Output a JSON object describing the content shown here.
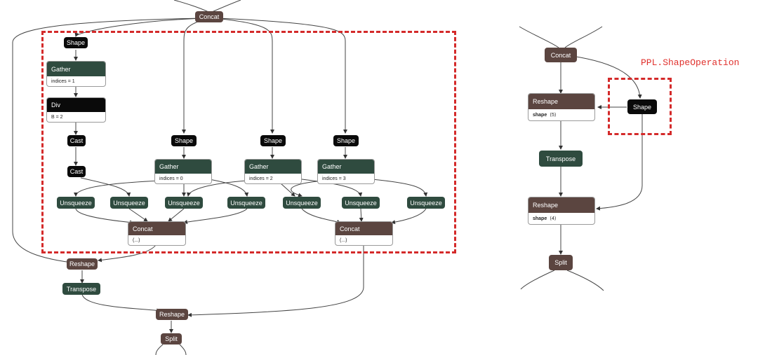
{
  "left": {
    "concat_top": "Concat",
    "shape_1": "Shape",
    "gather_1": {
      "title": "Gather",
      "attr": "indices = 1"
    },
    "div": {
      "title": "Div",
      "attr": "B = 2"
    },
    "cast_1": "Cast",
    "cast_2": "Cast",
    "shape_2": "Shape",
    "shape_3": "Shape",
    "shape_4": "Shape",
    "gather_2": {
      "title": "Gather",
      "attr": "indices = 0"
    },
    "gather_3": {
      "title": "Gather",
      "attr": "indices = 2"
    },
    "gather_4": {
      "title": "Gather",
      "attr": "indices = 3"
    },
    "unsqueeze": [
      "Unsqueeze",
      "Unsqueeze",
      "Unsqueeze",
      "Unsqueeze",
      "Unsqueeze",
      "Unsqueeze",
      "Unsqueeze"
    ],
    "concat_a": {
      "title": "Concat",
      "attr": "(...)"
    },
    "concat_b": {
      "title": "Concat",
      "attr": "(...)"
    },
    "reshape_1": "Reshape",
    "transpose": "Transpose",
    "reshape_2": "Reshape",
    "split": "Split"
  },
  "right": {
    "annotation": "PPL.ShapeOperation",
    "concat": "Concat",
    "reshape_1": {
      "title": "Reshape",
      "attr_key": "shape",
      "attr_val": "⟨5⟩"
    },
    "shape": "Shape",
    "transpose": "Transpose",
    "reshape_2": {
      "title": "Reshape",
      "attr_key": "shape",
      "attr_val": "⟨4⟩"
    },
    "split": "Split"
  },
  "colors": {
    "op_black": "#0a0a0a",
    "op_green": "#2f4b3f",
    "op_brown": "#5b4540",
    "highlight_red": "#d42a2a"
  }
}
